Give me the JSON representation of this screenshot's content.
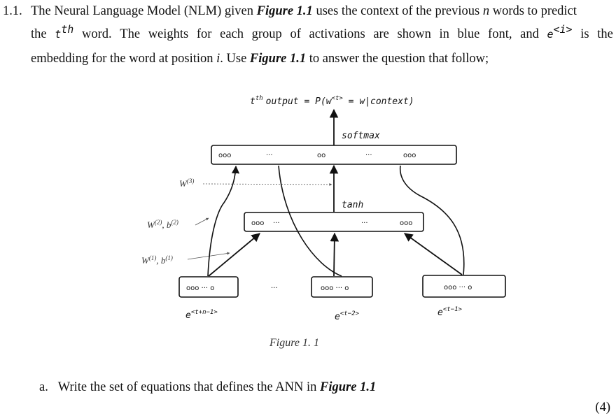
{
  "question": {
    "number": "1.1.",
    "line1_a": "The Neural Language Model (NLM) given ",
    "figure_ref": "Figure 1.1",
    "line1_b": " uses the context of the previous ",
    "n": "n",
    "line1_c": " words to predict",
    "line2_a": "the",
    "tth_base": "t",
    "tth_sup": "th",
    "line2_b": "word.",
    "line2_c": "The",
    "line2_d": "weights",
    "line2_e": "for",
    "line2_f": "each",
    "line2_g": "group",
    "line2_h": "of",
    "line2_i": "activations",
    "line2_j": "are",
    "line2_k": "shown",
    "line2_l": "in",
    "line2_m": "blue",
    "line2_n": "font,",
    "line2_o": "and",
    "emb_base": "e",
    "emb_sup": "<i>",
    "line2_p": "is",
    "line2_q": "the",
    "line3_a": "embedding for the word at position ",
    "i": "i",
    "line3_b": ". Use ",
    "line3_c": " to answer the question that follow;"
  },
  "figure": {
    "output_label": "output = P(w",
    "output_t": "t",
    "output_th": "th",
    "output_sup": "<t>",
    "output_tail": " = w|context)",
    "softmax": "softmax",
    "tanh": "tanh",
    "w3": "W",
    "w3_sup": "(3)",
    "w2": "W",
    "w2_sup": "(2)",
    "b2": ", b",
    "b2_sup": "(2)",
    "w1": "W",
    "w1_sup": "(1)",
    "b1": ", b",
    "b1_sup": "(1)",
    "top_dots": [
      "ooo",
      "···",
      "oo",
      "···",
      "ooo"
    ],
    "mid_dots": [
      "ooo",
      "···",
      "···",
      "ooo"
    ],
    "box_left": "ooo ··· o",
    "box_mid": "ooo ··· o",
    "box_right": "ooo ··· o",
    "between_dots": "···",
    "emb_left": "e",
    "emb_left_sup": "<t+n−1>",
    "emb_mid": "e",
    "emb_mid_sup": "<t−2>",
    "emb_right": "e",
    "emb_right_sup": "<t−1>",
    "caption": "Figure 1. 1"
  },
  "sub_question": {
    "label": "a.",
    "text_a": "Write the set of equations that defines the ANN in ",
    "figure_ref": "Figure 1.1",
    "marks": "(4)"
  }
}
